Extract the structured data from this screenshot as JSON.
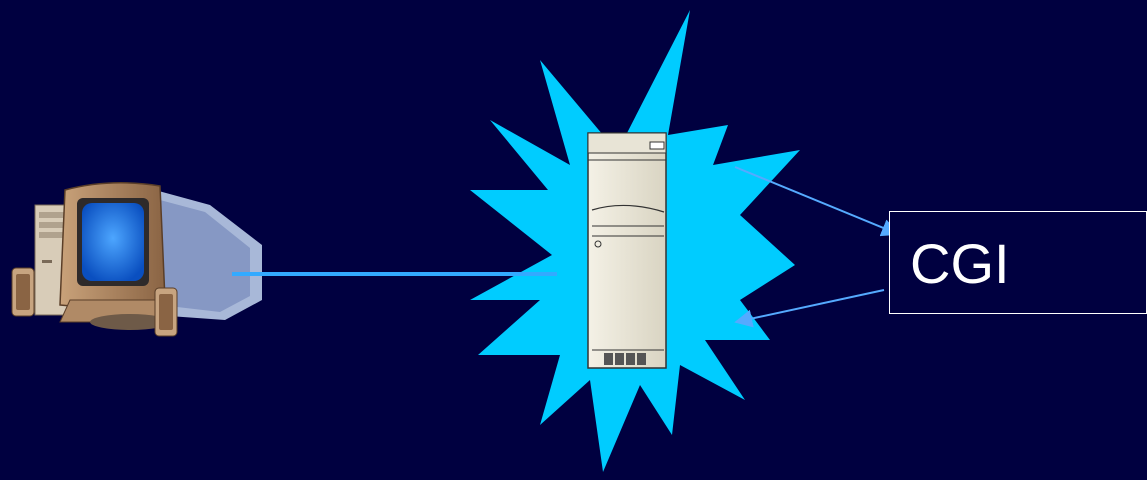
{
  "colors": {
    "background": "#000040",
    "starburst": "#00ccff",
    "connector": "#33aaff",
    "arrow": "#55aaff",
    "box_border": "#ffffff",
    "box_text": "#ffffff"
  },
  "nodes": {
    "client": {
      "icon": "desktop-computer-icon"
    },
    "server": {
      "icon": "server-tower-icon",
      "highlight": "starburst"
    },
    "cgi": {
      "label": "CGI"
    }
  },
  "edges": [
    {
      "from": "client",
      "to": "server",
      "style": "line"
    },
    {
      "from": "server",
      "to": "cgi",
      "style": "arrow"
    },
    {
      "from": "cgi",
      "to": "server",
      "style": "arrow"
    }
  ]
}
